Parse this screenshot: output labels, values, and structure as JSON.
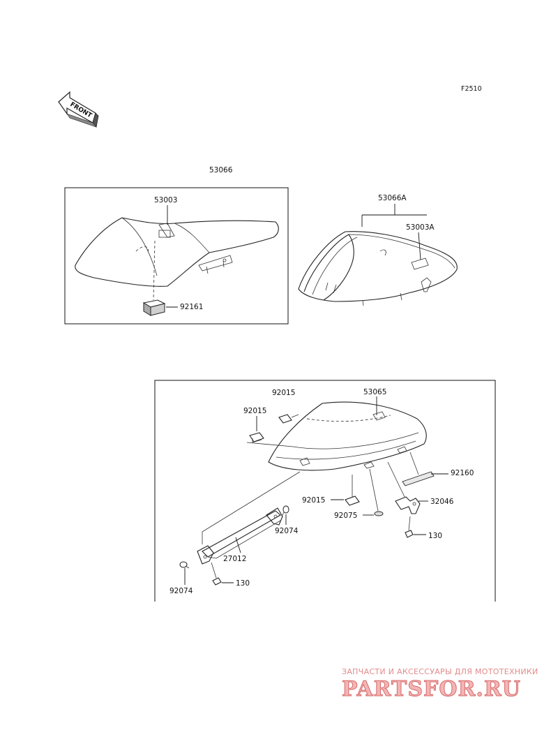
{
  "figure_code": "F2510",
  "front_arrow_text": "FRONT",
  "group_seat": "53066",
  "group_cowl": "53066A",
  "parts": {
    "seat_cover": "53003",
    "seat_pad": "92161",
    "cowl_cover": "53003A",
    "cowl_body": "53065",
    "clip_top_label": "92015",
    "clip_left": "92015",
    "clip_bottom": "92015",
    "grommet": "92075",
    "strip": "92160",
    "bracket": "32046",
    "bolt_right": "130",
    "bolt_left": "130",
    "stay": "27012",
    "cap_right": "92074",
    "cap_left": "92074"
  },
  "watermark": {
    "tagline": "ЗАПЧАСТИ И АКСЕССУАРЫ ДЛЯ МОТОТЕХНИКИ",
    "brand": "PARTSFOR.RU"
  }
}
